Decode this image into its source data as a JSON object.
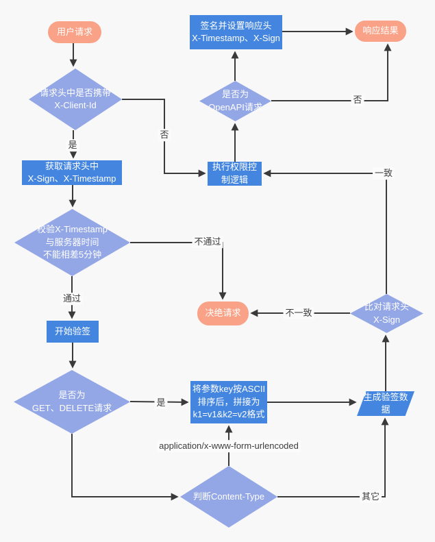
{
  "diagram": {
    "title": "API signature verification flowchart",
    "colors": {
      "background": "#f8f8f8",
      "terminal": "#f9a287",
      "process": "#4486df",
      "decision": "#93a6e5",
      "edge": "#3a3a3a",
      "node_text": "#ffffff",
      "label_text": "#3d3d3d"
    },
    "nodes": {
      "user_request": "用户请求",
      "sign_response": "签名并设置响应头\nX-Timestamp、X-Sign",
      "response_result": "响应结果",
      "check_client_id": "请求头中是否携带\nX-Client-Id",
      "check_openapi": "是否为\nOpenAPI请求",
      "get_headers": "获取请求头中\nX-Sign、X-Timestamp",
      "exec_permission": "执行权限控\n制逻辑",
      "check_timestamp": "校验X-Timestamp\n与服务器时间\n不能相差5分钟",
      "reject_request": "决绝请求",
      "compare_sign": "比对请求头\nX-Sign",
      "start_verify": "开始验签",
      "check_method": "是否为\nGET、DELETE请求",
      "sort_params": "将参数key按ASCII\n排序后，拼接为\nk1=v1&k2=v2格式",
      "gen_sign_data": "生成验签数\n据",
      "check_content_type": "判断Content-Type"
    },
    "edge_labels": {
      "client_id_yes": "是",
      "client_id_no": "否",
      "openapi_no": "否",
      "timestamp_pass": "通过",
      "timestamp_fail": "不通过",
      "sign_match": "一致",
      "sign_mismatch": "不一致",
      "method_yes": "是",
      "content_form": "application/x-www-form-urlencoded",
      "content_other": "其它"
    }
  }
}
